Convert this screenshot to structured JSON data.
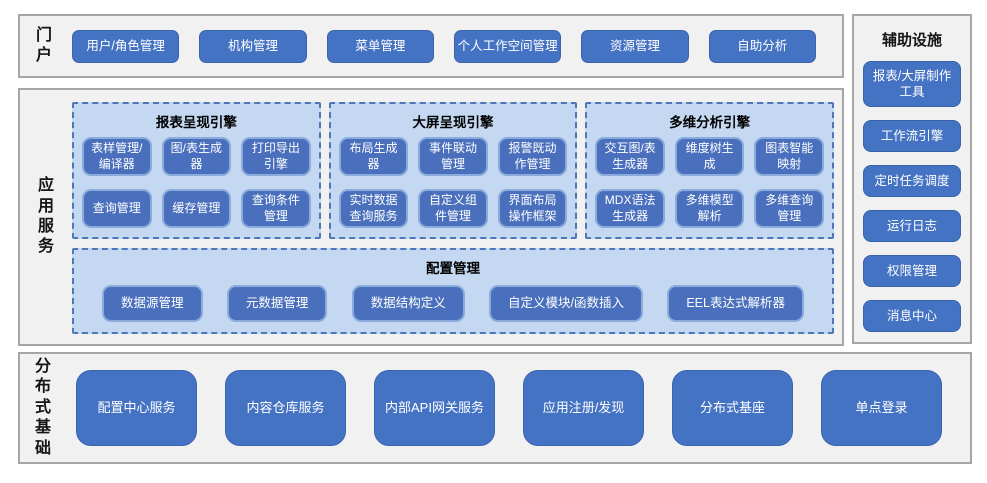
{
  "portal": {
    "label": "门户",
    "nodes": [
      "用户/角色管理",
      "机构管理",
      "菜单管理",
      "个人工作空间管理",
      "资源管理",
      "自助分析"
    ]
  },
  "app_services": {
    "label": "应用服务",
    "engines": [
      {
        "title": "报表呈现引擎",
        "nodes": [
          "表样管理/编译器",
          "图/表生成器",
          "打印导出引擎",
          "查询管理",
          "缓存管理",
          "查询条件管理"
        ]
      },
      {
        "title": "大屏呈现引擎",
        "nodes": [
          "布局生成器",
          "事件联动管理",
          "报警既动作管理",
          "实时数据查询服务",
          "自定义组件管理",
          "界面布局操作框架"
        ]
      },
      {
        "title": "多维分析引擎",
        "nodes": [
          "交互图/表生成器",
          "维度树生成",
          "图表智能映射",
          "MDX语法生成器",
          "多维模型解析",
          "多维查询管理"
        ]
      }
    ],
    "config": {
      "title": "配置管理",
      "nodes": [
        "数据源管理",
        "元数据管理",
        "数据结构定义",
        "自定义模块/函数插入",
        "EEL表达式解析器"
      ]
    }
  },
  "auxiliary": {
    "label": "辅助设施",
    "nodes": [
      "报表/大屏制作工具",
      "工作流引擎",
      "定时任务调度",
      "运行日志",
      "权限管理",
      "消息中心"
    ]
  },
  "distributed": {
    "label": "分布式基础",
    "nodes": [
      "配置中心服务",
      "内容仓库服务",
      "内部API网关服务",
      "应用注册/发现",
      "分布式基座",
      "单点登录"
    ]
  },
  "colors": {
    "node_blue": "#4573c4",
    "inner_node_blue": "#4a70bd",
    "inner_node_border": "#8aabdc",
    "panel_light_blue": "#c4d8f2",
    "panel_dash_border": "#5076ba",
    "section_bg": "#f1f1f1",
    "section_border": "#a6a6a6",
    "node_text": "#ffffff",
    "label_text": "#151515"
  }
}
